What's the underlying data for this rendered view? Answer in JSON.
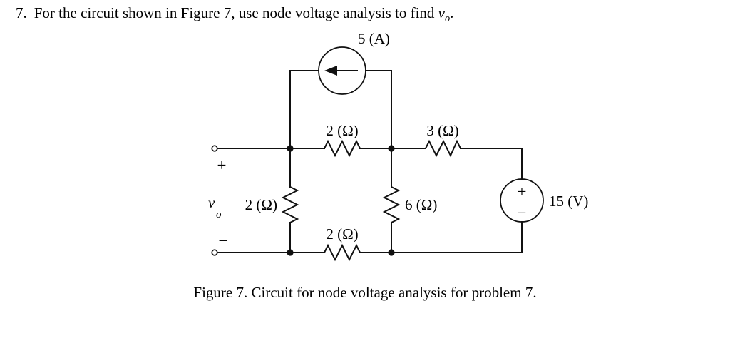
{
  "problem": {
    "number": "7.",
    "text_before_var": "For the circuit shown in Figure 7, use node voltage analysis to find ",
    "variable": "v",
    "variable_subscript": "o",
    "text_after_var": "."
  },
  "caption": {
    "text": "Figure 7.  Circuit for node voltage analysis for problem 7."
  },
  "circuit": {
    "current_source": {
      "label": "5 (A)",
      "direction": "left"
    },
    "voltage_source": {
      "label": "15 (V)",
      "plus": "+",
      "minus": "−"
    },
    "output_port": {
      "variable": "v",
      "subscript": "o",
      "plus": "+",
      "minus": "−"
    },
    "resistors": [
      {
        "name": "r-top-2ohm",
        "label": "2 (Ω)"
      },
      {
        "name": "r-top-3ohm",
        "label": "3 (Ω)"
      },
      {
        "name": "r-left-2ohm",
        "label": "2 (Ω)"
      },
      {
        "name": "r-middle-6ohm",
        "label": "6 (Ω)"
      },
      {
        "name": "r-bottom-2ohm",
        "label": "2 (Ω)"
      }
    ]
  },
  "colors": {
    "ink": "#111111",
    "background": "#ffffff"
  }
}
